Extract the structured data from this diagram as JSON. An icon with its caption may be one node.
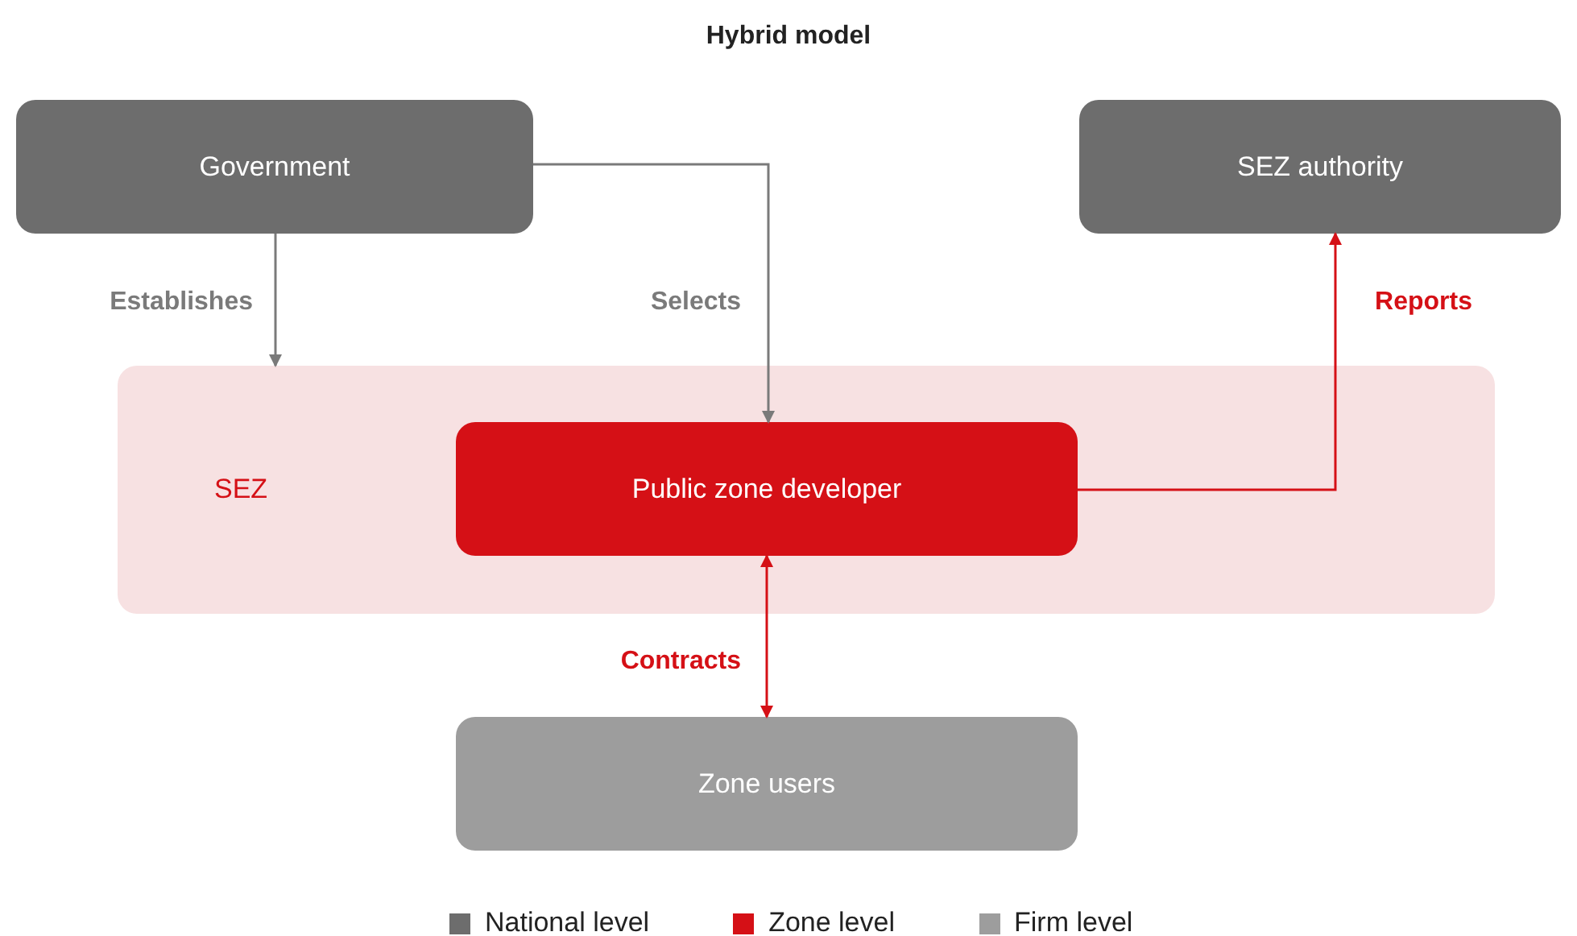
{
  "diagram": {
    "title": "Hybrid model",
    "nodes": [
      {
        "text": [
          "Government"
        ]
      },
      {
        "text": [
          "SEZ authority"
        ]
      },
      {
        "text": [
          "SEZ"
        ]
      },
      {
        "text": [
          "Public zone developer"
        ],
        "in": 2
      },
      {
        "text": [
          "Zone users"
        ]
      }
    ],
    "edges": [
      {
        "from": 0,
        "to": 2,
        "arrow": "to",
        "label": "Establishes"
      },
      {
        "from": 0,
        "to": 3,
        "arrow": "to",
        "label": "Selects"
      },
      {
        "from": 3,
        "to": 1,
        "arrow": "to",
        "label": "Reports",
        "color": "#d51016"
      },
      {
        "from": 3,
        "to": 4,
        "arrow": "both",
        "label": "Contracts",
        "color": "#d51016"
      }
    ],
    "legend": [
      {
        "text": "National level",
        "color": "#6d6d6d"
      },
      {
        "text": "Zone level",
        "color": "#d51016"
      },
      {
        "text": "Firm level",
        "color": "#9d9d9d"
      }
    ]
  }
}
